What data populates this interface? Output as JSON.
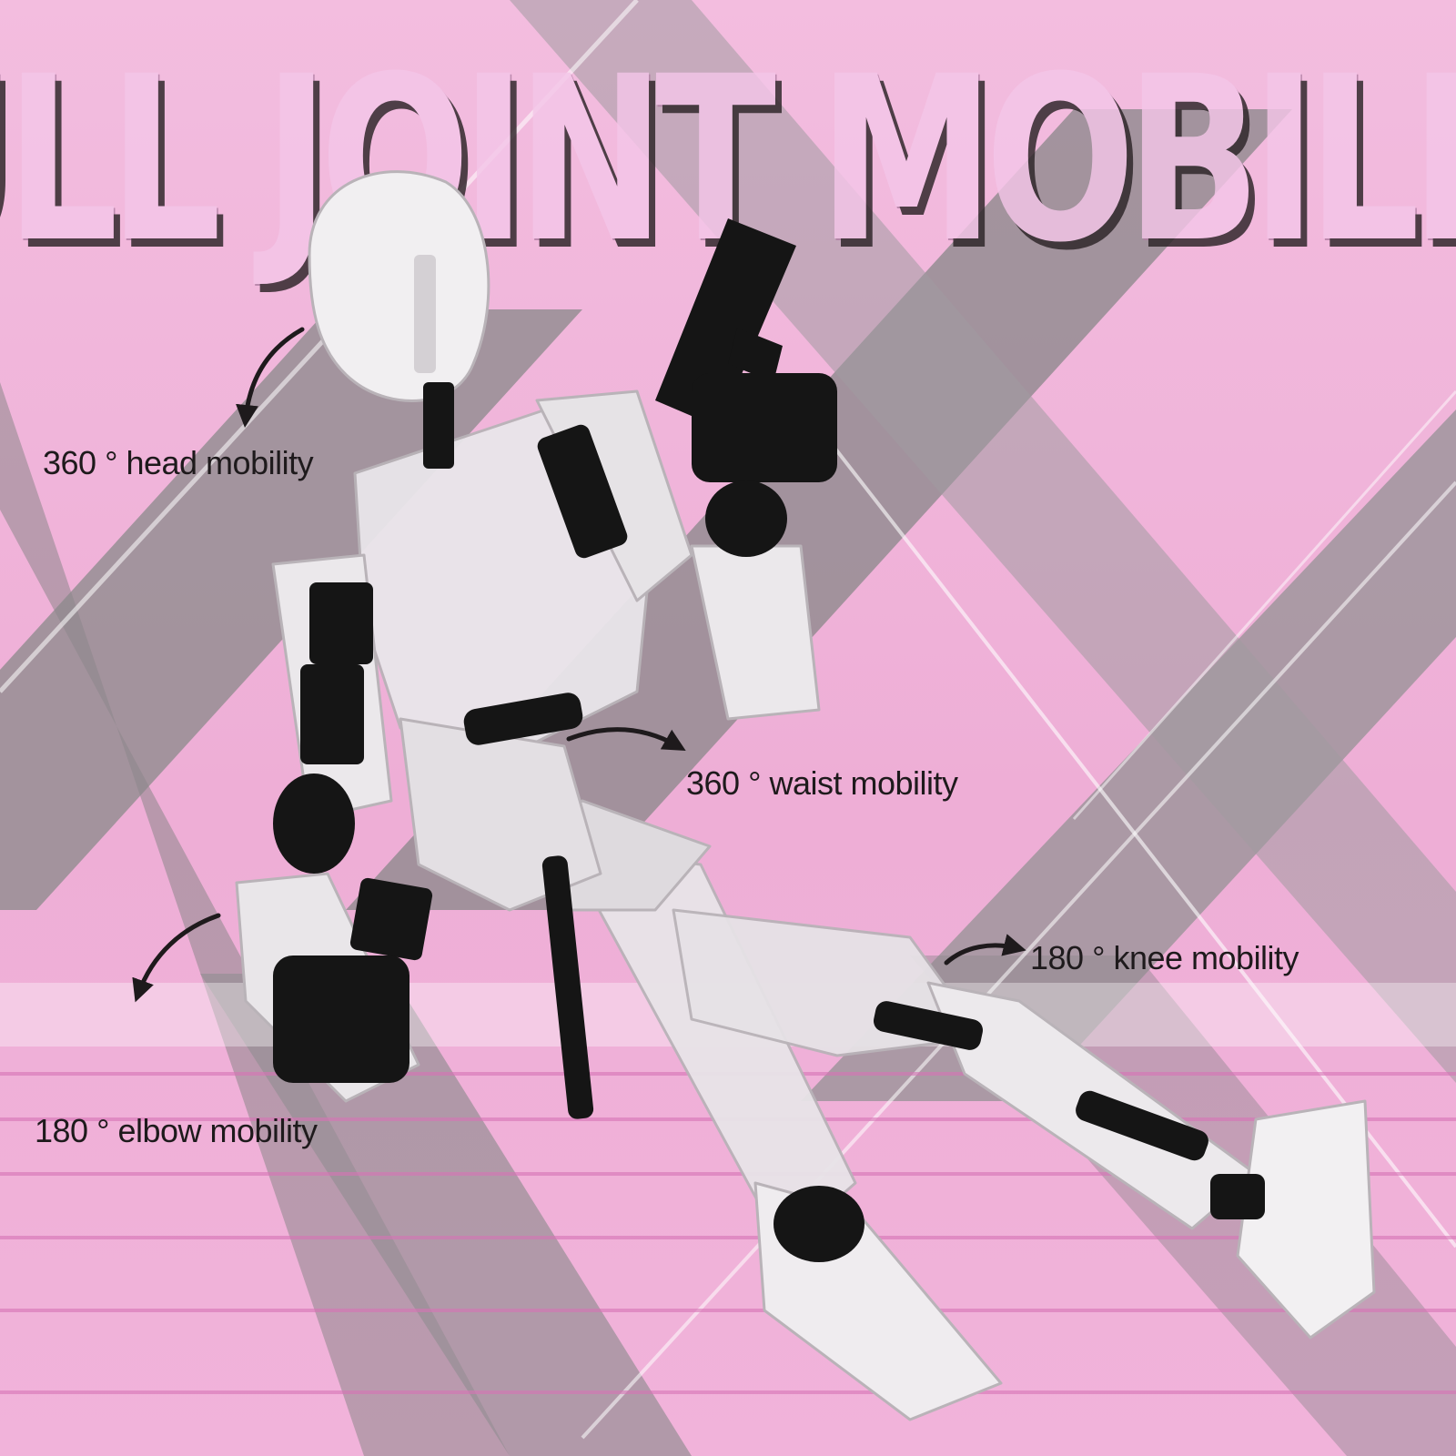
{
  "headline": "FULL JOINT MOBILITY",
  "callouts": {
    "head": "360 ° head mobility",
    "waist": "360 ° waist mobility",
    "knee": "180 ° knee mobility",
    "elbow": "180 ° elbow mobility"
  },
  "colors": {
    "pink_light": "#f5c4e4",
    "pink": "#e79cd0",
    "pink_deep": "#d773b6",
    "gray_band": "#9b9499",
    "figure_black": "#151515",
    "figure_clear": "#ece9ec",
    "text": "#1e1a1c"
  }
}
